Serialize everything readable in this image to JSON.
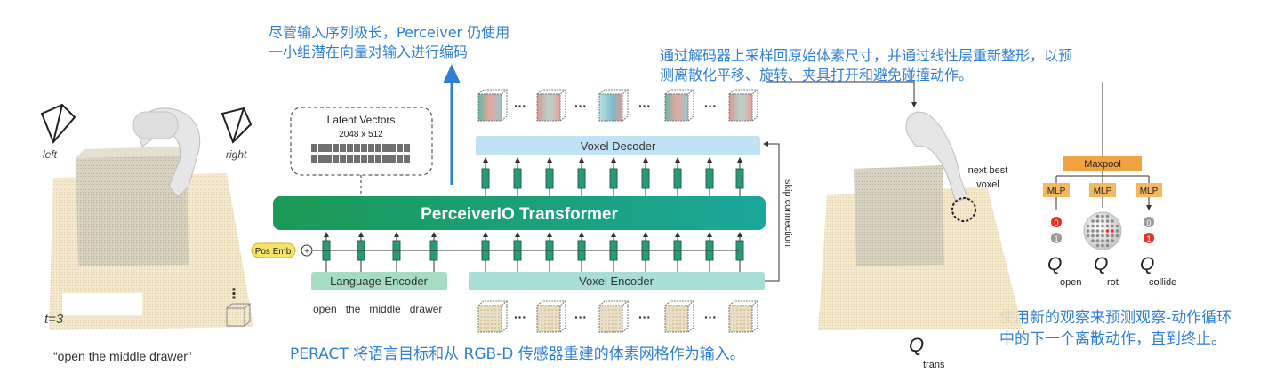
{
  "annotations": {
    "top_left": "尽管输入序列极长，Perceiver 仍使用一小组潜在向量对输入进行编码",
    "top_left_line1": "尽管输入序列极长，Perceiver 仍使用",
    "top_left_line2": "一小组潜在向量对输入进行编码",
    "top_right_line1": "通过解码器上采样回原始体素尺寸，并通过线性层重新整形，以预",
    "top_right_line2": "测离散化平移、旋转、夹具打开和避免碰撞动作。",
    "bottom_center": "PERACT 将语言目标和从 RGB-D 传感器重建的体素网格作为输入。",
    "bottom_right_line1": "使用新的观察来预测观察-动作循环",
    "bottom_right_line2": "中的下一个离散动作，直到终止。"
  },
  "scene_left": {
    "camera_left": "left",
    "camera_right": "right",
    "timestep": "t=3",
    "caption": "“open the middle drawer”",
    "dots": "⋮"
  },
  "architecture": {
    "latent_title": "Latent Vectors",
    "latent_dims": "2048 x 512",
    "voxel_decoder": "Voxel Decoder",
    "transformer": "PerceiverIO Transformer",
    "skip_connection": "skip connection",
    "pos_emb": "Pos Emb",
    "plus": "+",
    "language_encoder": "Language Encoder",
    "voxel_encoder": "Voxel Encoder",
    "instruction": "open   the   middle   drawer",
    "ellipsis": "···"
  },
  "heads": {
    "next_best_voxel_l1": "next best",
    "next_best_voxel_l2": "voxel",
    "maxpool": "Maxpool",
    "mlp": "MLP",
    "open_values": [
      "0",
      "1"
    ],
    "collide_values": [
      "0",
      "1"
    ],
    "q": "Q",
    "q_open_sub": "open",
    "q_rot_sub": "rot",
    "q_collide_sub": "collide",
    "q_trans_sub": "trans"
  },
  "colors": {
    "annotation_blue": "#2f7fd8",
    "transformer_green": "#1a9a63",
    "decoder_blue": "#bfe2f4",
    "language_green": "#a6dcc1",
    "voxel_encoder_teal": "#a9ddd8",
    "token_green": "#2b9a73",
    "maxpool_orange": "#f2a341",
    "mlp_orange": "#f5b760",
    "pos_emb_yellow": "#f7e36a",
    "active_red": "#e53327"
  }
}
